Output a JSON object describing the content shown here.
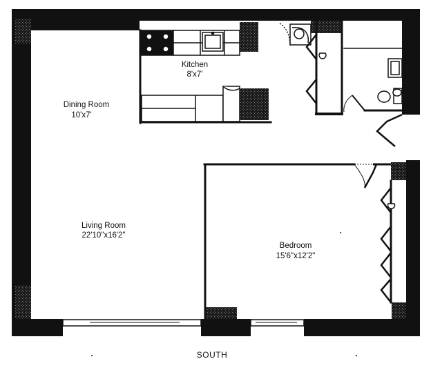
{
  "rooms": {
    "kitchen": {
      "name": "Kitchen",
      "size": "8'x7'"
    },
    "dining": {
      "name": "Dining Room",
      "size": "10'x7'"
    },
    "living": {
      "name": "Living Room",
      "size": "22'10\"x16'2\""
    },
    "bedroom": {
      "name": "Bedroom",
      "size": "15'6\"x12'2\""
    }
  },
  "orientation": {
    "label": "SOUTH"
  },
  "colors": {
    "wall": "#111111",
    "fixture": "#222222",
    "background": "#ffffff"
  }
}
